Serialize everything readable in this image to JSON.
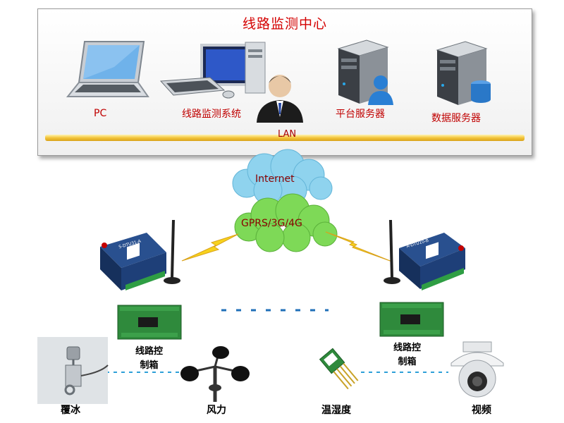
{
  "center": {
    "title": "线路监测中心",
    "lan": "LAN",
    "nodes": [
      {
        "label": "PC"
      },
      {
        "label": "线路监测系统"
      },
      {
        "label": "平台服务器"
      },
      {
        "label": "数据服务器"
      }
    ]
  },
  "network": {
    "internet": "Internet",
    "mobile": "GPRS/3G/4G"
  },
  "devices": {
    "left_box_label": "线路控\n制箱",
    "right_box_label": "线路控\n制箱",
    "left_panel_text": "S-DTU31-A",
    "right_panel_text": "A-DTU10-B"
  },
  "sensors": [
    {
      "label": "覆冰"
    },
    {
      "label": "风力"
    },
    {
      "label": "温湿度"
    },
    {
      "label": "视频"
    }
  ],
  "colors": {
    "title_red": "#d40000",
    "lan_yellow": "#f2c43a",
    "cloud_blue": "#8fd3ee",
    "cloud_green": "#7ed957",
    "dash_blue": "#1f6fb8",
    "lightning": "#f7d21c",
    "device_blue": "#1e3f78",
    "board_green": "#2f8a3c"
  }
}
